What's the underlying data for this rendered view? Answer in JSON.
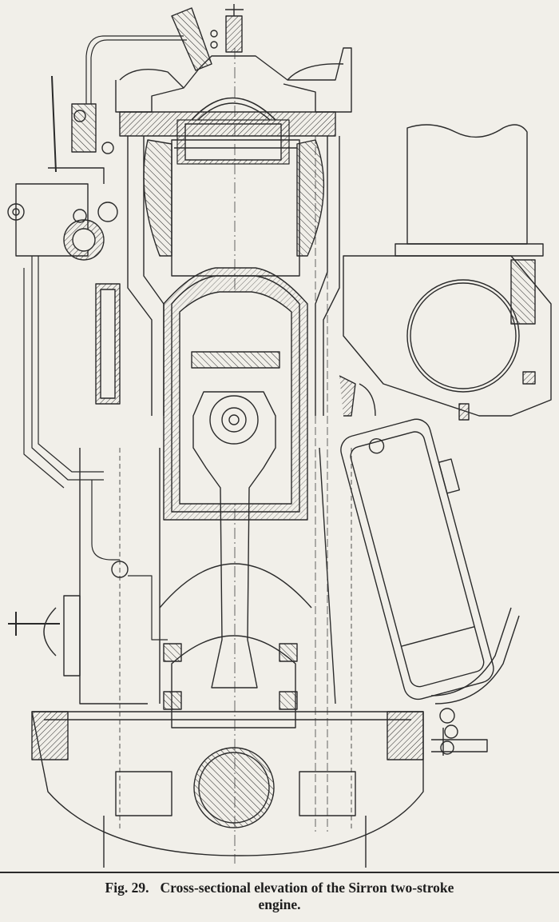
{
  "figure": {
    "label": "Fig. 29.",
    "caption_line1": "Cross-sectional elevation of the Sirron two-stroke",
    "caption_line2": "engine."
  },
  "colors": {
    "paper": "#f1efe9",
    "ink": "#2a2a2a"
  }
}
